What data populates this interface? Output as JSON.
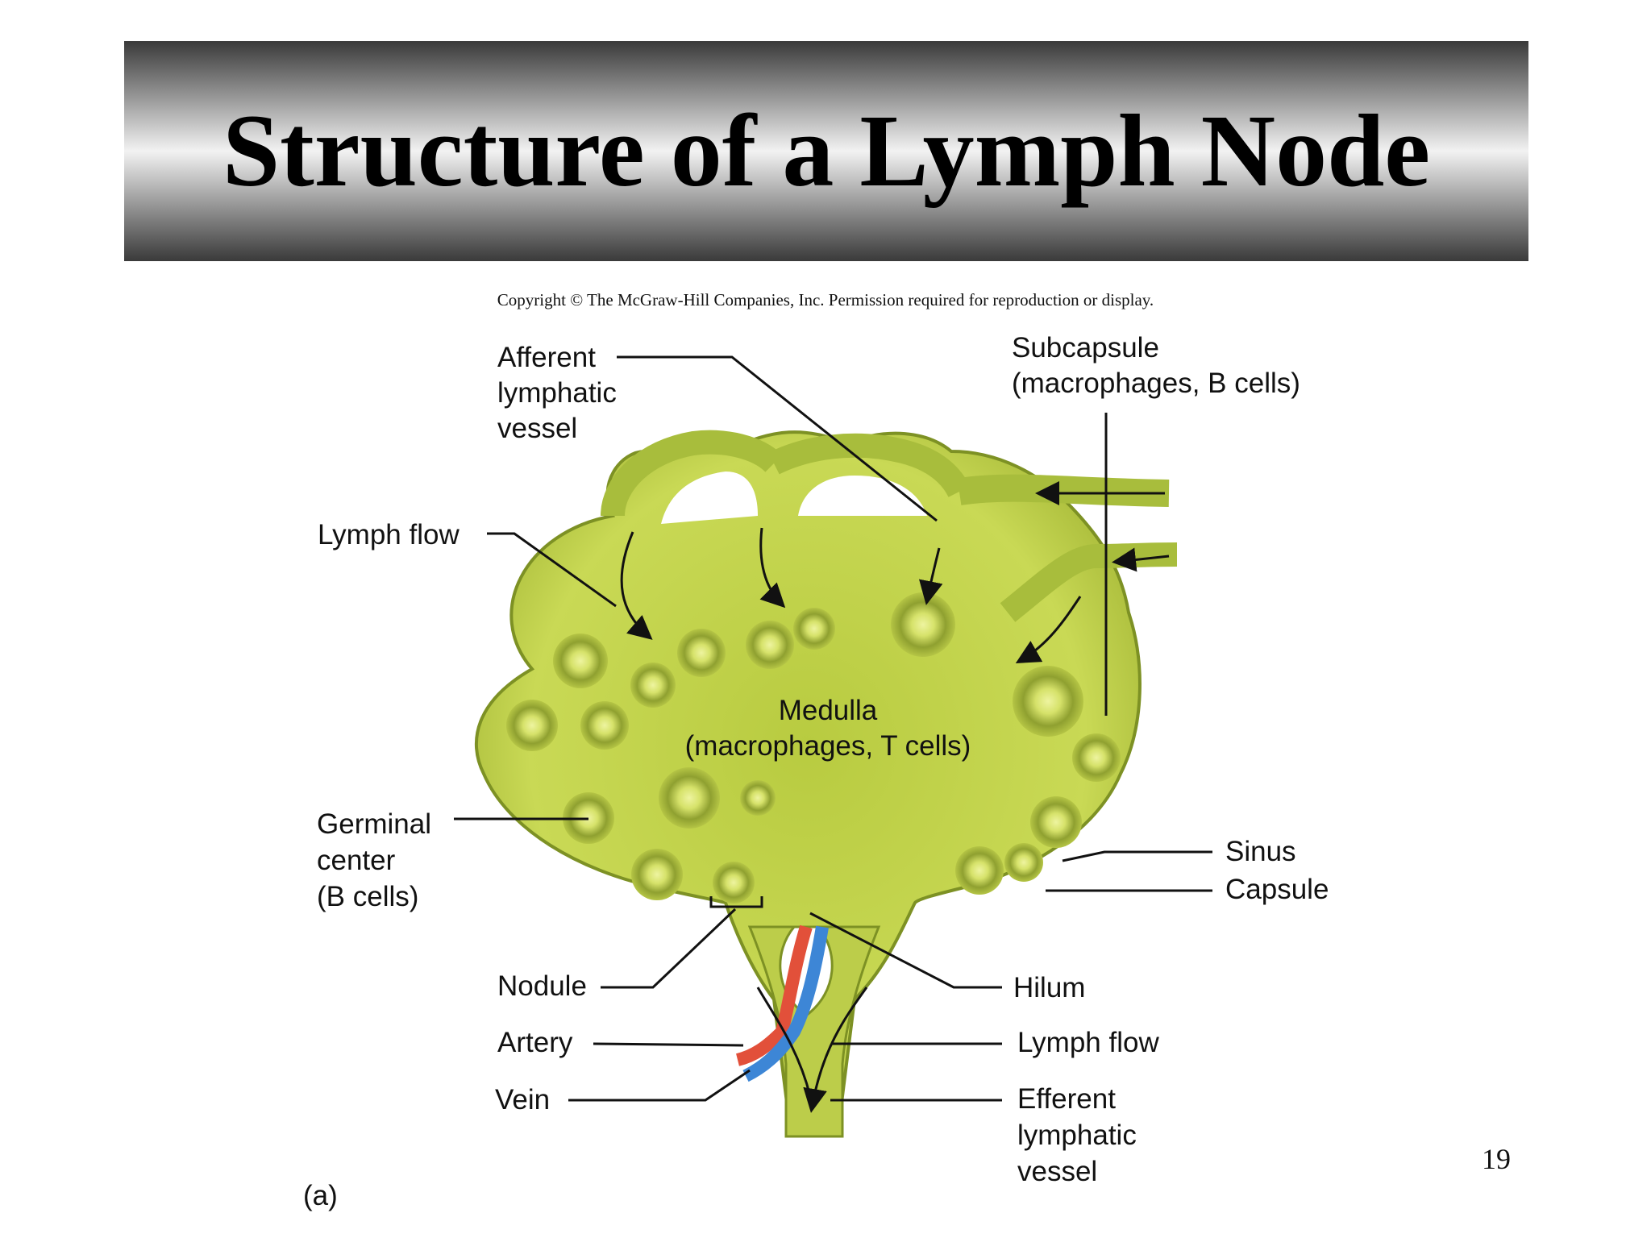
{
  "title": "Structure of a Lymph Node",
  "copyright": "Copyright © The McGraw-Hill Companies, Inc. Permission required for reproduction or display.",
  "page_number": "19",
  "figure_label": "(a)",
  "labels": {
    "afferent": [
      "Afferent",
      "lymphatic",
      "vessel"
    ],
    "subcapsule": [
      "Subcapsule",
      "(macrophages, B cells)"
    ],
    "lymph_flow_top": "Lymph flow",
    "medulla": [
      "Medulla",
      "(macrophages, T cells)"
    ],
    "germinal": [
      "Germinal",
      "center",
      "(B cells)"
    ],
    "sinus": "Sinus",
    "capsule": "Capsule",
    "nodule": "Nodule",
    "artery": "Artery",
    "vein": "Vein",
    "hilum": "Hilum",
    "lymph_flow_bottom": "Lymph flow",
    "efferent": [
      "Efferent",
      "lymphatic",
      "vessel"
    ]
  },
  "colors": {
    "tissue": "#c5d64a",
    "tissue_dark": "#8fa52a",
    "nodule_fill": "#a9bb3a",
    "germinal_center": "#e3ec8c",
    "artery": "#e2503a",
    "vein": "#3d86d6"
  }
}
